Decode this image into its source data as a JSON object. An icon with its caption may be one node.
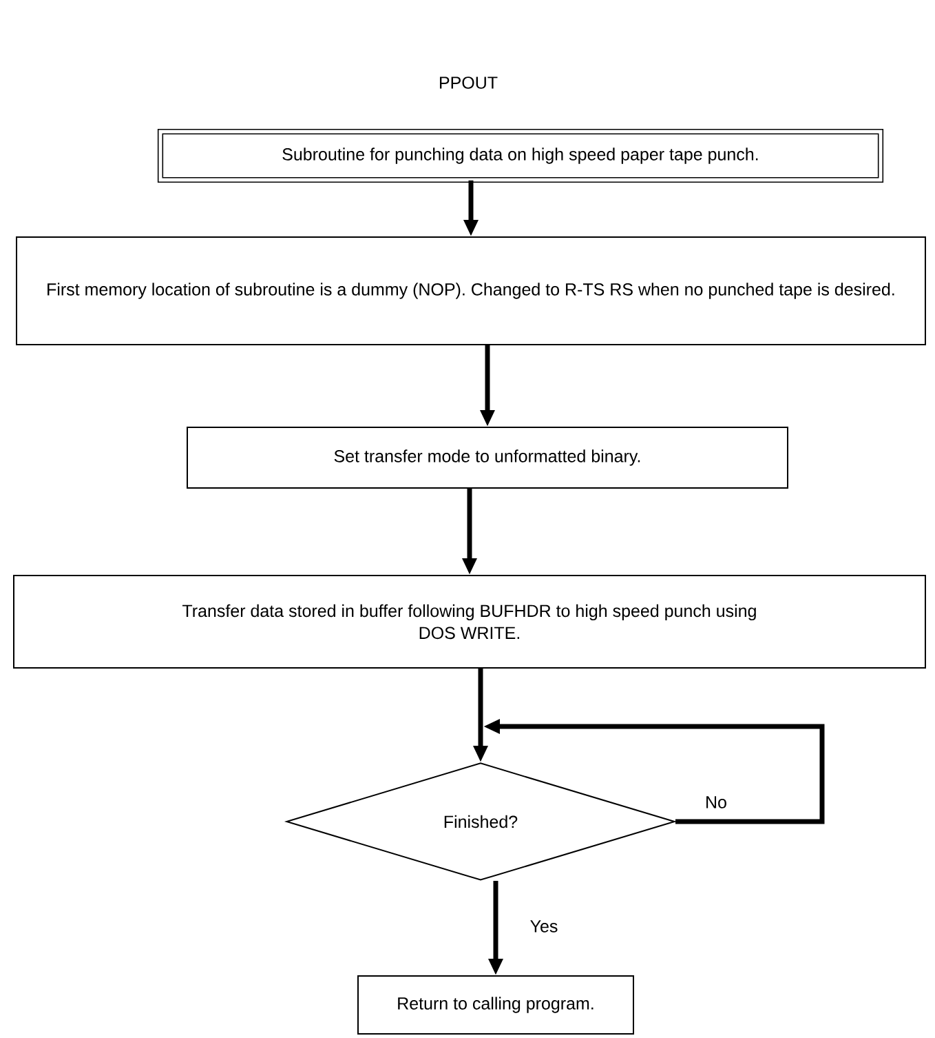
{
  "diagram": {
    "title": "PPOUT",
    "nodes": [
      {
        "text": [
          "Subroutine for punching data on high speed paper tape punch."
        ]
      },
      {
        "text": [
          "First memory location of subroutine is a dummy (NOP). Changed to R-TS RS when no punched tape is desired."
        ]
      },
      {
        "text": [
          "Set transfer mode to unformatted binary."
        ]
      },
      {
        "text": [
          "Transfer data stored in buffer following BUFHDR to high speed punch using DOS WRITE."
        ]
      },
      {
        "text": [
          "Finished?"
        ]
      },
      {
        "text": [
          "Return to calling program."
        ]
      }
    ],
    "edges": [
      {
        "from": 0,
        "to": 1,
        "arrow": "to"
      },
      {
        "from": 1,
        "to": 2,
        "arrow": "to"
      },
      {
        "from": 2,
        "to": 3,
        "arrow": "to"
      },
      {
        "from": 3,
        "to": 4,
        "arrow": "to"
      },
      {
        "from": 4,
        "to": 4,
        "arrow": "to",
        "label": "No"
      },
      {
        "from": 4,
        "to": 5,
        "arrow": "to",
        "label": "Yes"
      }
    ]
  }
}
